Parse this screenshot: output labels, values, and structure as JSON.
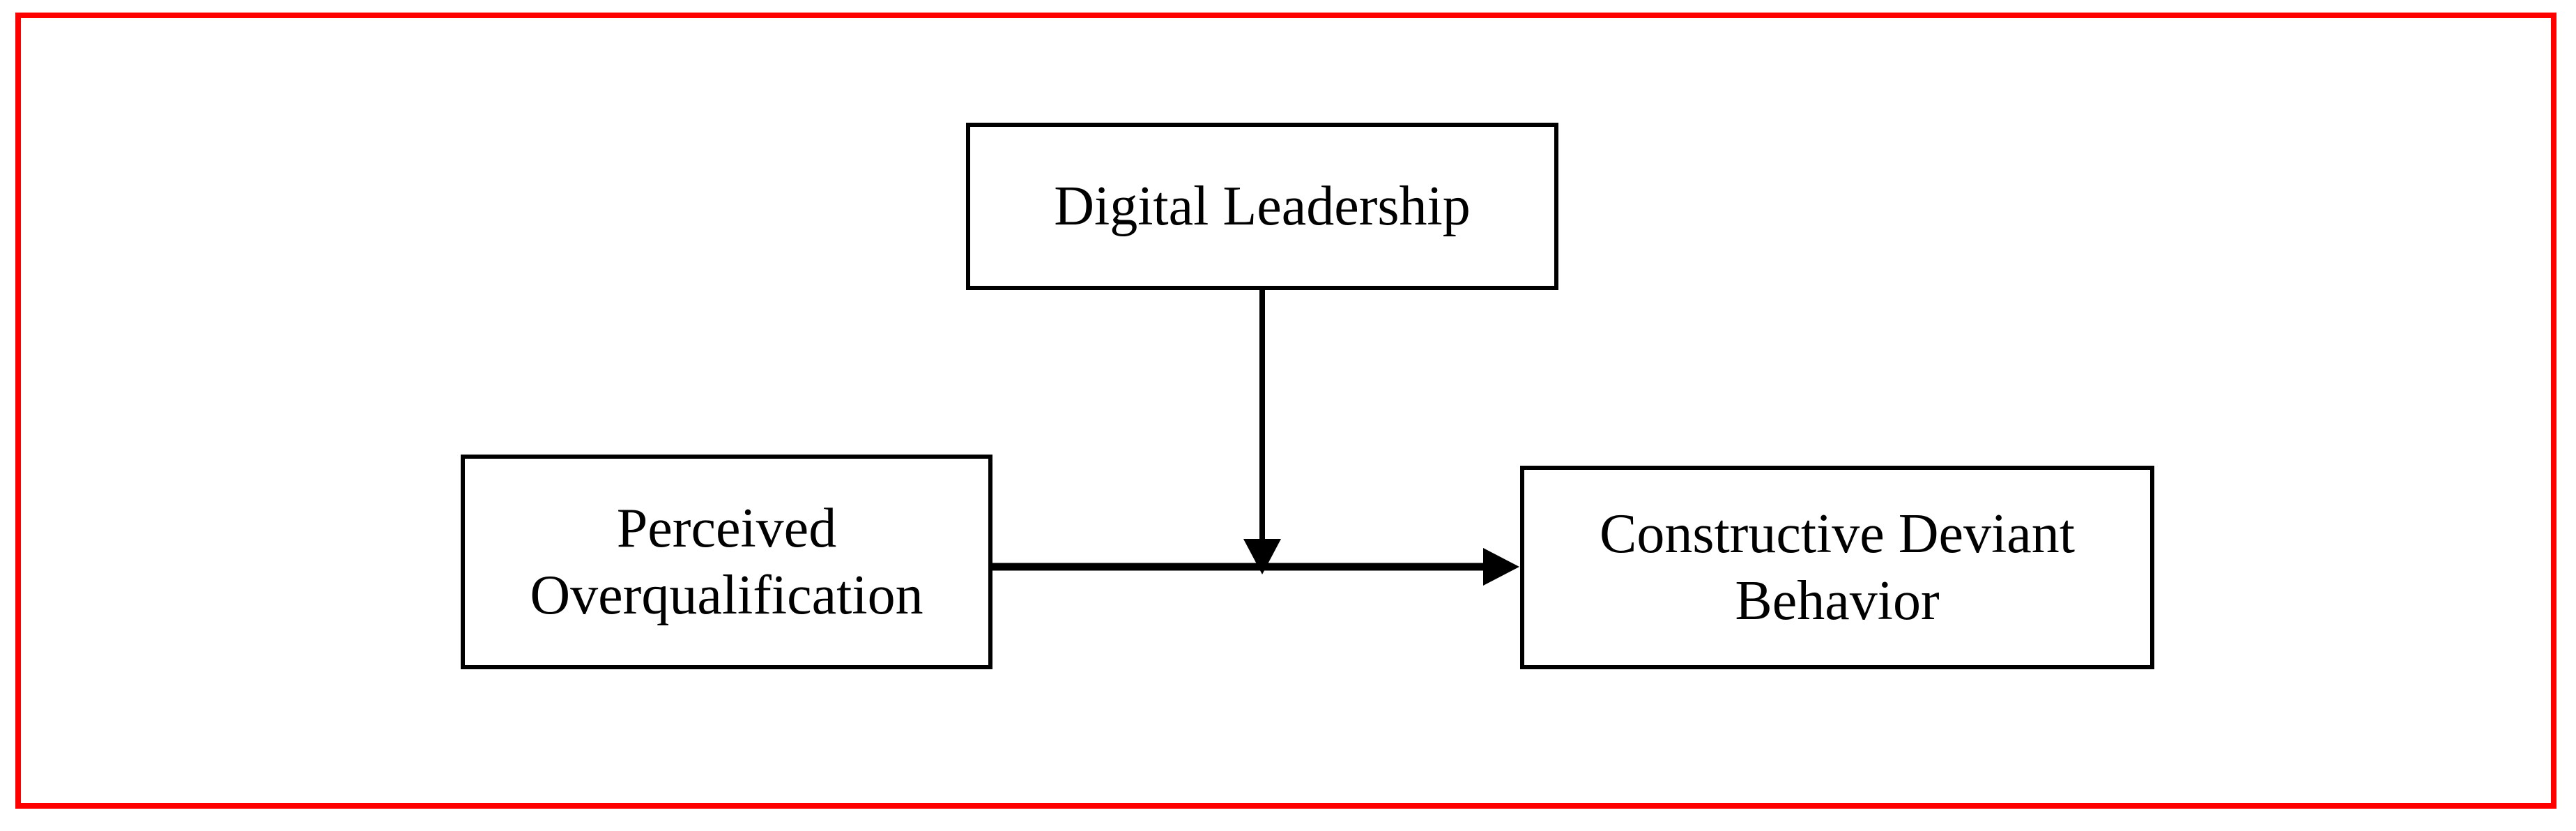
{
  "colors": {
    "frame": "#FF0000",
    "ink": "#000000",
    "background": "#FFFFFF"
  },
  "diagram": {
    "nodes": [
      {
        "id": "digital-leadership",
        "label": "Digital Leadership",
        "lines": [
          "Digital Leadership"
        ]
      },
      {
        "id": "perceived-overqualification",
        "label": "Perceived Overqualification",
        "lines": [
          "Perceived",
          "Overqualification"
        ]
      },
      {
        "id": "constructive-deviant-behavior",
        "label": "Constructive Deviant Behavior",
        "lines": [
          "Constructive Deviant",
          "Behavior"
        ]
      }
    ],
    "edges": [
      {
        "id": "direct-effect",
        "from": "perceived-overqualification",
        "to": "constructive-deviant-behavior",
        "type": "arrow"
      },
      {
        "id": "moderation-effect",
        "from": "digital-leadership",
        "to": "direct-effect",
        "type": "arrow"
      }
    ]
  }
}
